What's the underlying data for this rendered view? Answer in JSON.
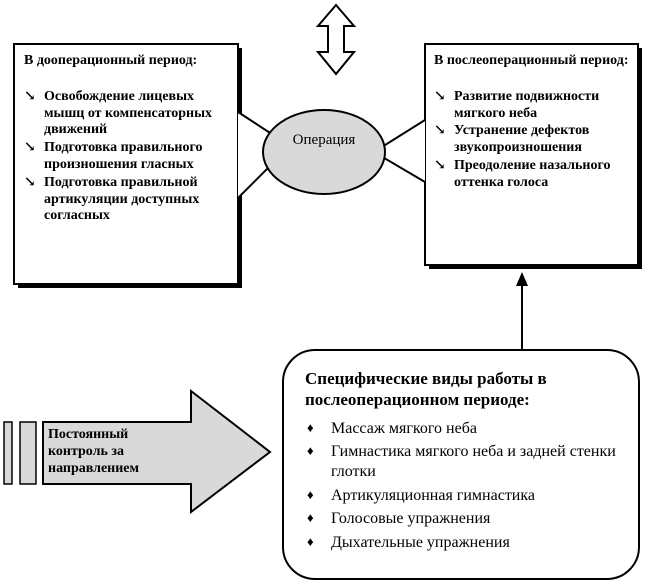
{
  "pre_op": {
    "title": "В дооперационный период:",
    "items": [
      "Освобождение лицевых мышц от компенсаторных движений",
      "Подготовка правильного произношения гласных",
      "Подготовка правильной артикуляции доступных согласных"
    ]
  },
  "post_op": {
    "title": "В послеоперационный период:",
    "items": [
      "Развитие подвижности мягкого неба",
      "Устранение дефектов звукопроизношения",
      "Преодоление назального оттенка голоса"
    ]
  },
  "operation": {
    "label": "Операция",
    "fill_color": "#d9d9d9"
  },
  "specific_work": {
    "title": "Специфические виды работы в послеоперационном периоде:",
    "items": [
      "Массаж мягкого неба",
      "Гимнастика мягкого неба и задней стенки глотки",
      "Артикуляционная гимнастика",
      "Голосовые упражнения",
      "Дыхательные упражнения"
    ]
  },
  "control": {
    "label": "Постоянный контроль за направлением",
    "fill_color": "#d9d9d9"
  },
  "icons": {
    "arrow_bullet": "↘",
    "diamond_bullet": "♦"
  }
}
